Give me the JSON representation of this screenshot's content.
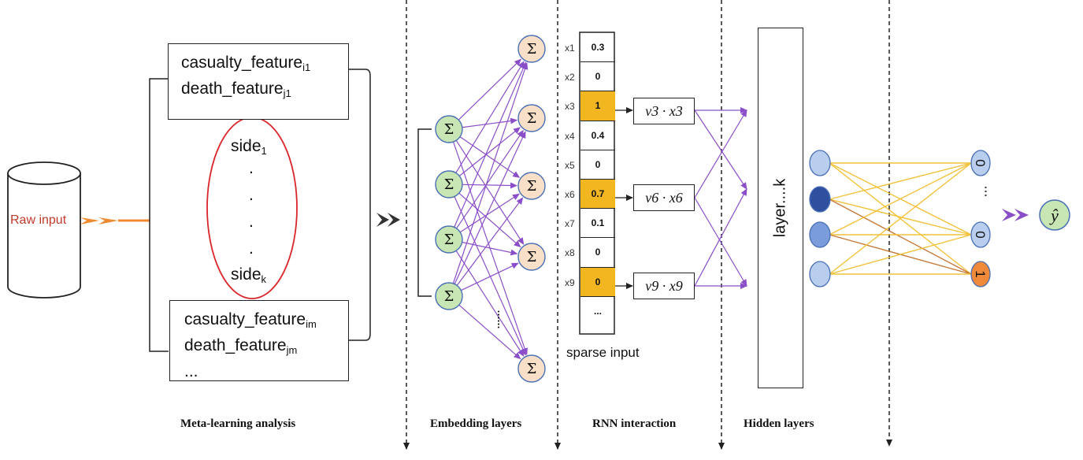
{
  "colors": {
    "orange_arrow": "#f08a30",
    "purple": "#8a4fc8",
    "green_node": "#c7e6b4",
    "peach_node": "#f8dfc8",
    "node_stroke": "#4a6fb5",
    "highlight_cell": "#f2b620",
    "ellipse": "#d9262b",
    "raw_label": "#c0392b",
    "yellow_line": "#f2c23a",
    "brown_line": "#c77a3a",
    "output_orange": "#ee8a3a"
  },
  "raw_input": {
    "label": "Raw input"
  },
  "feature_top": {
    "line1_base": "casualty_feature",
    "line1_sub": "i1",
    "line2_base": "death_feature",
    "line2_sub": "j1"
  },
  "feature_bottom": {
    "line1_base": "casualty_feature",
    "line1_sub": "im",
    "line2_base": "death_feature",
    "line2_sub": "jm",
    "line3": "..."
  },
  "side": {
    "first_base": "side",
    "first_sub": "1",
    "dot": ".",
    "last_base": "side",
    "last_sub": "k"
  },
  "embedding": {
    "sigma_symbol": "Σ",
    "ellipsis": "......"
  },
  "sparse_input": {
    "labels": [
      "x1",
      "x2",
      "x3",
      "x4",
      "x5",
      "x6",
      "x7",
      "x8",
      "x9"
    ],
    "values": [
      "0.3",
      "0",
      "1",
      "0.4",
      "0",
      "0.7",
      "0.1",
      "0",
      "0",
      "..."
    ],
    "highlighted_rows": [
      2,
      5,
      8
    ],
    "caption": "sparse input"
  },
  "products": [
    "v3 · x3",
    "v6 · x6",
    "v9 · x9"
  ],
  "hidden": {
    "label": "layer....k"
  },
  "output": {
    "nodes": [
      "0",
      "0",
      "1"
    ],
    "ellipsis": "...",
    "yhat": "ŷ"
  },
  "captions": {
    "meta": "Meta-learning analysis",
    "embedding": "Embedding layers",
    "rnn": "RNN interaction",
    "hidden": "Hidden layers"
  }
}
